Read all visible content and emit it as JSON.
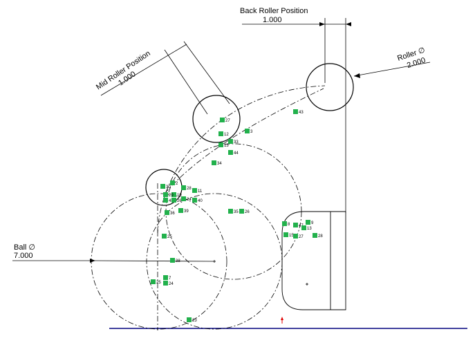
{
  "dimensions": {
    "back_roller": {
      "label": "Back Roller Position",
      "value": "1.000"
    },
    "mid_roller": {
      "label": "Mid Roller Position",
      "value": "1.000"
    },
    "roller_dia": {
      "label": "Roller ∅",
      "value": "2.000"
    },
    "ball_dia": {
      "label": "Ball ∅",
      "value": "7.000"
    }
  },
  "relation_labels": [
    "27",
    "12",
    "3",
    "43",
    "13",
    "33",
    "44",
    "34",
    "30",
    "2",
    "28",
    "11",
    "19",
    "29",
    "45",
    "26",
    "24",
    "40",
    "39",
    "36",
    "35",
    "26",
    "8",
    "47",
    "9",
    "13",
    "15",
    "27",
    "28",
    "25",
    "38",
    "7",
    "24",
    "25",
    "23"
  ],
  "colors": {
    "sketch": "#000000",
    "relation_marker": "#22b14c",
    "ground_line": "#00007f",
    "marker_red": "#e00000"
  }
}
